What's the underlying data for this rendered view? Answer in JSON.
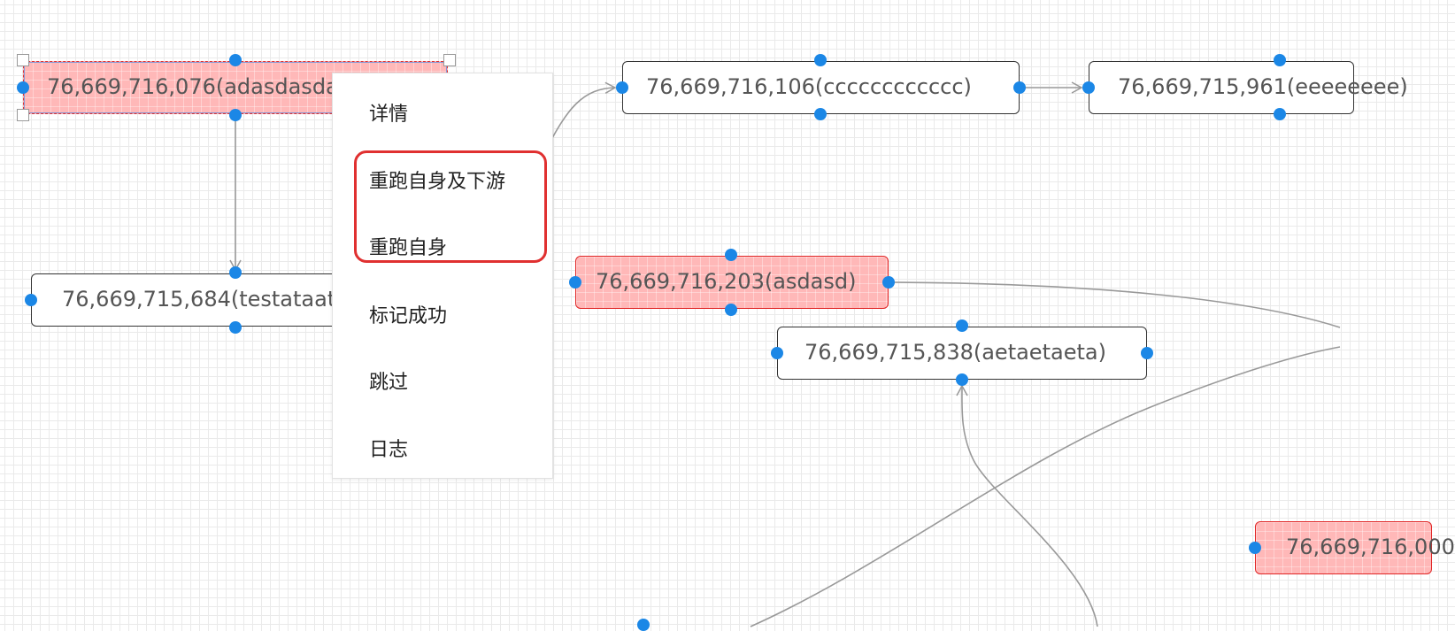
{
  "nodes": [
    {
      "id": "n076",
      "label": "76,669,716,076(adasdasdasdasd)",
      "status": "failed"
    },
    {
      "id": "n106",
      "label": "76,669,716,106(cccccccccccc)",
      "status": "normal"
    },
    {
      "id": "n961",
      "label": "76,669,715,961(eeeeeeee)",
      "status": "normal"
    },
    {
      "id": "n684",
      "label": "76,669,715,684(testataataa)",
      "status": "normal"
    },
    {
      "id": "n203",
      "label": "76,669,716,203(asdasd)",
      "status": "failed"
    },
    {
      "id": "n838",
      "label": "76,669,715,838(aetaetaeta)",
      "status": "normal"
    },
    {
      "id": "n_partial",
      "label": "76,669,716,000",
      "status": "failed"
    }
  ],
  "context_menu": {
    "items": [
      "详情",
      "重跑自身及下游",
      "重跑自身",
      "标记成功",
      "跳过",
      "日志"
    ]
  },
  "colors": {
    "port": "#1b87e6",
    "failed_fill": "#ffb8b8",
    "failed_border": "#e02424",
    "highlight": "#e03030",
    "edge": "#999999"
  }
}
